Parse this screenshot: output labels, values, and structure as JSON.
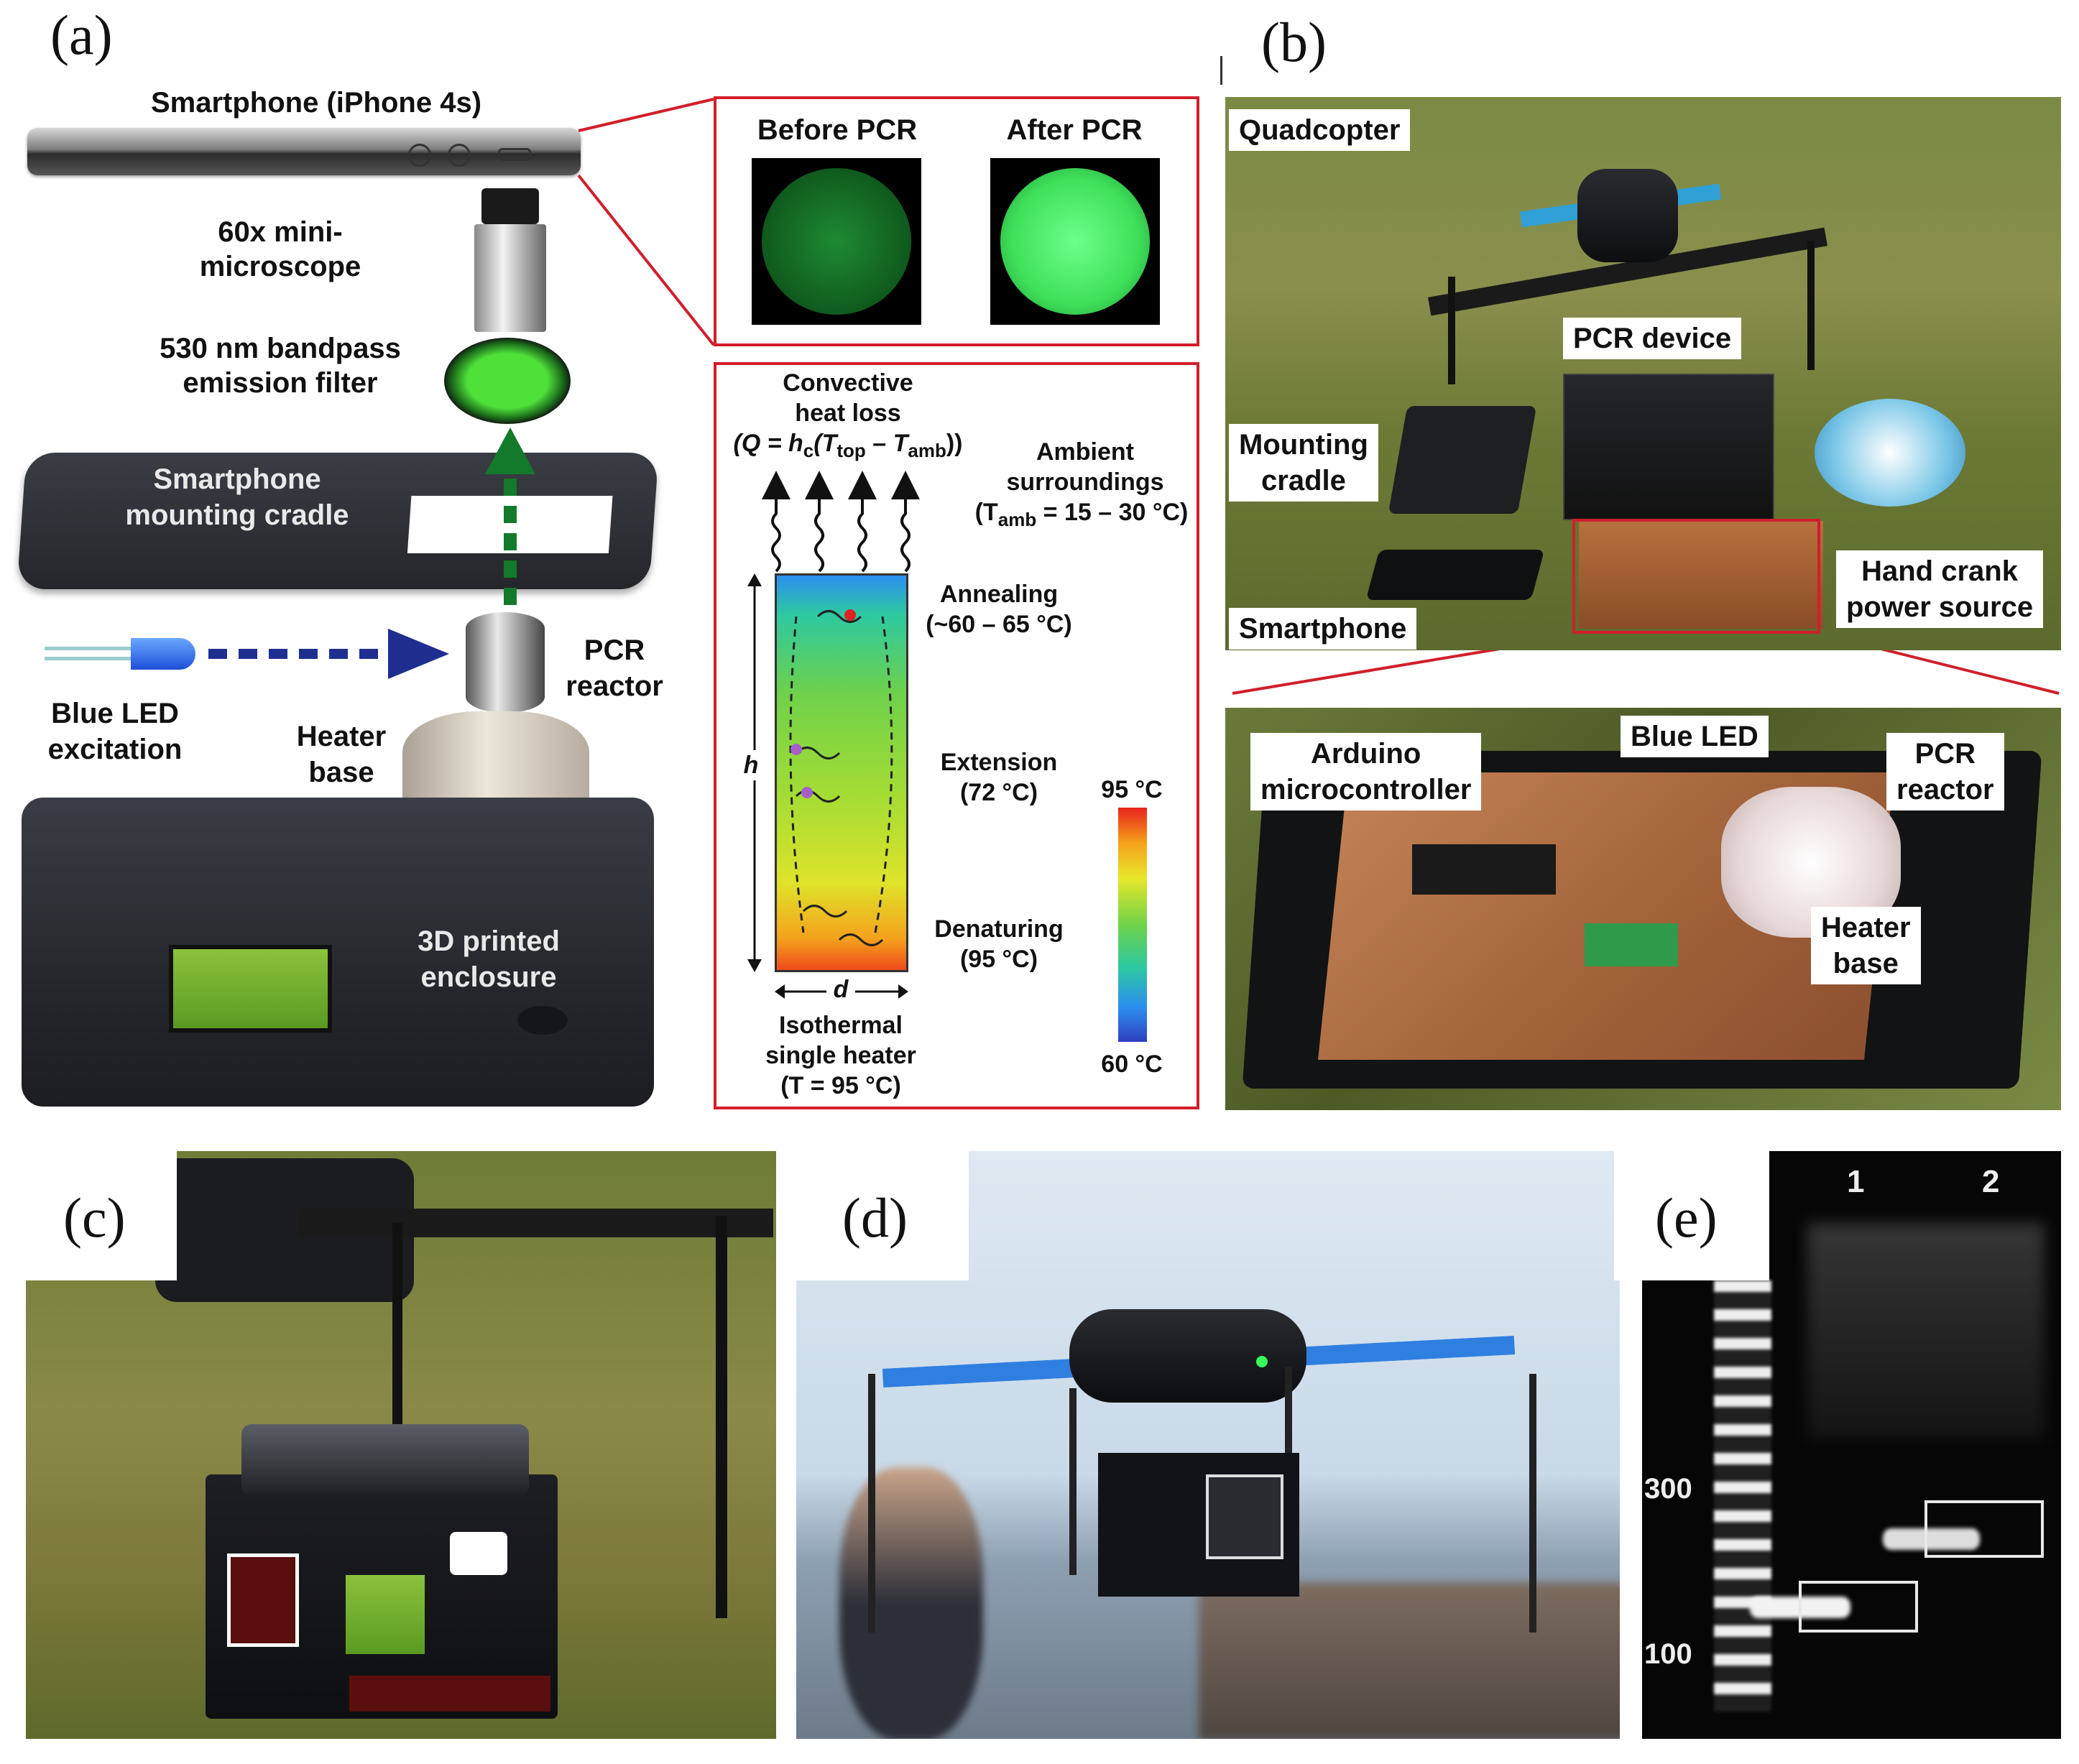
{
  "panels": {
    "a": {
      "letter": "(a)",
      "labels": {
        "smartphone": "Smartphone (iPhone 4s)",
        "microscope_1": "60x mini-",
        "microscope_2": "microscope",
        "filter_1": "530 nm bandpass",
        "filter_2": "emission filter",
        "cradle_1": "Smartphone",
        "cradle_2": "mounting cradle",
        "led_1": "Blue LED",
        "led_2": "excitation",
        "heater_1": "Heater",
        "heater_2": "base",
        "reactor_1": "PCR",
        "reactor_2": "reactor",
        "enclosure_1": "3D printed",
        "enclosure_2": "enclosure"
      },
      "pcr_images": {
        "before": "Before PCR",
        "after": "After PCR"
      },
      "diagram": {
        "convective_1": "Convective",
        "convective_2": "heat loss",
        "formula_pre": "(Q = h",
        "formula_c": "c",
        "formula_mid": "(T",
        "formula_top": "top",
        "formula_dash": " – T",
        "formula_amb": "amb",
        "formula_end": "))",
        "ambient_1": "Ambient",
        "ambient_2": "surroundings",
        "ambient_3_pre": "(T",
        "ambient_3_sub": "amb",
        "ambient_3_post": " = 15 – 30 °C)",
        "annealing_1": "Annealing",
        "annealing_2": "(~60 – 65 °C)",
        "extension_1": "Extension",
        "extension_2": "(72 °C)",
        "denaturing_1": "Denaturing",
        "denaturing_2": "(95 °C)",
        "h": "h",
        "d": "d",
        "iso_1": "Isothermal",
        "iso_2": "single heater",
        "iso_3": "(T = 95 °C)",
        "scale_top": "95 °C",
        "scale_bottom": "60 °C"
      }
    },
    "b": {
      "letter": "(b)",
      "labels": {
        "quadcopter": "Quadcopter",
        "pcr_device": "PCR device",
        "mounting_1": "Mounting",
        "mounting_2": "cradle",
        "smartphone": "Smartphone",
        "hand_1": "Hand crank",
        "hand_2": "power source",
        "arduino_1": "Arduino",
        "arduino_2": "microcontroller",
        "blue_led": "Blue LED",
        "pcr_1": "PCR",
        "pcr_2": "reactor",
        "heater_1": "Heater",
        "heater_2": "base"
      }
    },
    "c": {
      "letter": "(c)"
    },
    "d": {
      "letter": "(d)"
    },
    "e": {
      "letter": "(e)",
      "lanes": [
        "1",
        "2"
      ],
      "markers": [
        "300",
        "100"
      ]
    }
  },
  "colors": {
    "red_box": "#d21e2b",
    "fluorescence_green": "#3fe05a",
    "enclosure_black": "#2a2d33",
    "grass_green": "#6f7c3a"
  }
}
